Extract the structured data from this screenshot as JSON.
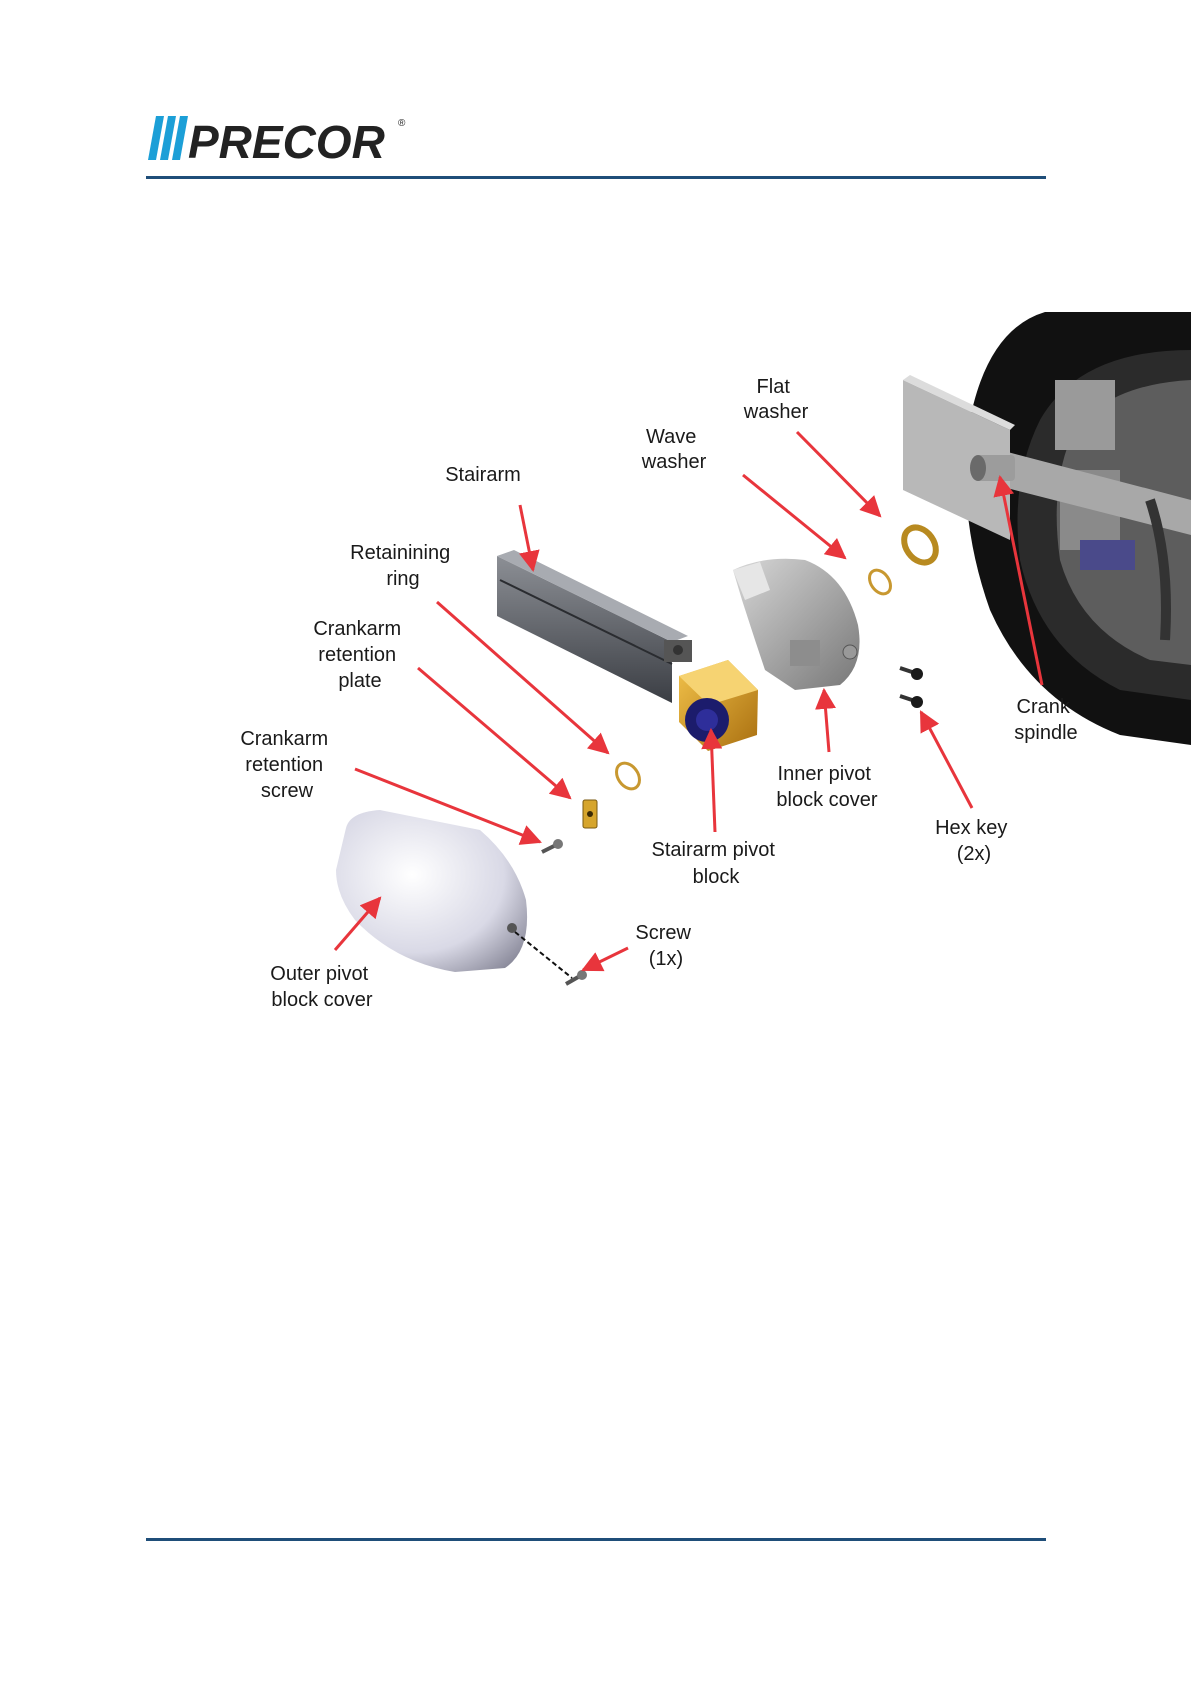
{
  "header": {
    "brand": "PRECOR",
    "registered_mark": "®"
  },
  "colors": {
    "brand_blue": "#1f4e79",
    "arrow_red": "#e8353c",
    "logo_dark": "#222222",
    "logo_accent": "#1c9fd7"
  },
  "figure": {
    "labels": {
      "flat_washer": [
        "Flat",
        "washer"
      ],
      "wave_washer": [
        "Wave",
        "washer"
      ],
      "stairarm": [
        "Stairarm"
      ],
      "retaining_ring": [
        "Retainining",
        "ring"
      ],
      "crankarm_retention_plate": [
        "Crankarm",
        "retention",
        "plate"
      ],
      "crankarm_retention_screw": [
        "Crankarm",
        "retention",
        "screw"
      ],
      "stairarm_pivot_block": [
        "Stairarm pivot",
        "block"
      ],
      "inner_pivot_block_cover": [
        "Inner pivot",
        "block cover"
      ],
      "hex_key": [
        "Hex key",
        "(2x)"
      ],
      "crank_spindle": [
        "Crank",
        "spindle"
      ],
      "screw": [
        "Screw",
        "(1x)"
      ],
      "outer_pivot_block_cover": [
        "Outer pivot",
        "block cover"
      ]
    }
  }
}
